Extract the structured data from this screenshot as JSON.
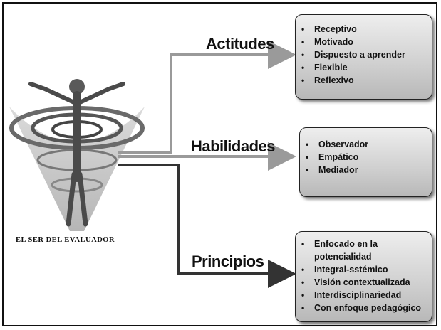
{
  "caption": "EL SER DEL EVALUADOR",
  "branches": [
    {
      "heading": "Actitudes",
      "items": [
        "Receptivo",
        "Motivado",
        "Dispuesto a aprender",
        "Flexible",
        "Reflexivo"
      ]
    },
    {
      "heading": "Habilidades",
      "items": [
        "Observador",
        "Empático",
        "Mediador"
      ]
    },
    {
      "heading": "Principios",
      "items": [
        "Enfocado en la potencialidad",
        "Integral-sstémico",
        "Visión contextualizada",
        "Interdisciplinariedad",
        "Con enfoque pedagógico"
      ]
    }
  ],
  "bullet_char": "•",
  "colors": {
    "arrow_gray": "#9a9a9a",
    "arrow_dark": "#333333",
    "box_border": "#222222"
  }
}
